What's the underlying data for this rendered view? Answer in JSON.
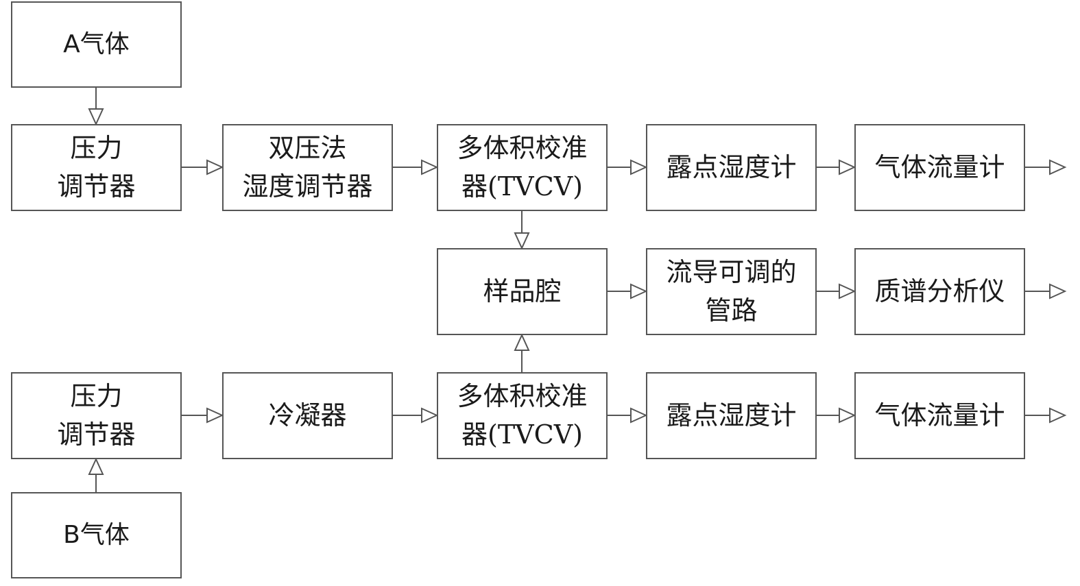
{
  "nodes": {
    "gas_a": [
      "A气体"
    ],
    "pressure_regulator_a": [
      "压力",
      "调节器"
    ],
    "dual_pressure_humidity_regulator": [
      "双压法",
      "湿度调节器"
    ],
    "tvcv_top": [
      "多体积校准",
      "器(TVCV)"
    ],
    "dew_point_hygrometer_top": [
      "露点湿度计"
    ],
    "gas_flow_meter_top": [
      "气体流量计"
    ],
    "sample_chamber": [
      "样品腔"
    ],
    "adjustable_conductance_pipe": [
      "流导可调的",
      "管路"
    ],
    "mass_spectrometer": [
      "质谱分析仪"
    ],
    "pressure_regulator_b": [
      "压力",
      "调节器"
    ],
    "condenser": [
      "冷凝器"
    ],
    "tvcv_bottom": [
      "多体积校准",
      "器(TVCV)"
    ],
    "dew_point_hygrometer_bottom": [
      "露点湿度计"
    ],
    "gas_flow_meter_bottom": [
      "气体流量计"
    ],
    "gas_b": [
      "B气体"
    ]
  },
  "edges": [
    [
      "gas_a",
      "pressure_regulator_a"
    ],
    [
      "pressure_regulator_a",
      "dual_pressure_humidity_regulator"
    ],
    [
      "dual_pressure_humidity_regulator",
      "tvcv_top"
    ],
    [
      "tvcv_top",
      "dew_point_hygrometer_top"
    ],
    [
      "dew_point_hygrometer_top",
      "gas_flow_meter_top"
    ],
    [
      "gas_flow_meter_top",
      "outlet_top"
    ],
    [
      "tvcv_top",
      "sample_chamber"
    ],
    [
      "sample_chamber",
      "adjustable_conductance_pipe"
    ],
    [
      "adjustable_conductance_pipe",
      "mass_spectrometer"
    ],
    [
      "mass_spectrometer",
      "outlet_middle"
    ],
    [
      "tvcv_bottom",
      "sample_chamber"
    ],
    [
      "gas_b",
      "pressure_regulator_b"
    ],
    [
      "pressure_regulator_b",
      "condenser"
    ],
    [
      "condenser",
      "tvcv_bottom"
    ],
    [
      "tvcv_bottom",
      "dew_point_hygrometer_bottom"
    ],
    [
      "dew_point_hygrometer_bottom",
      "gas_flow_meter_bottom"
    ],
    [
      "gas_flow_meter_bottom",
      "outlet_bottom"
    ]
  ],
  "colors": {
    "stroke": "#555555",
    "text": "#1a1a1a",
    "background": "#ffffff"
  }
}
